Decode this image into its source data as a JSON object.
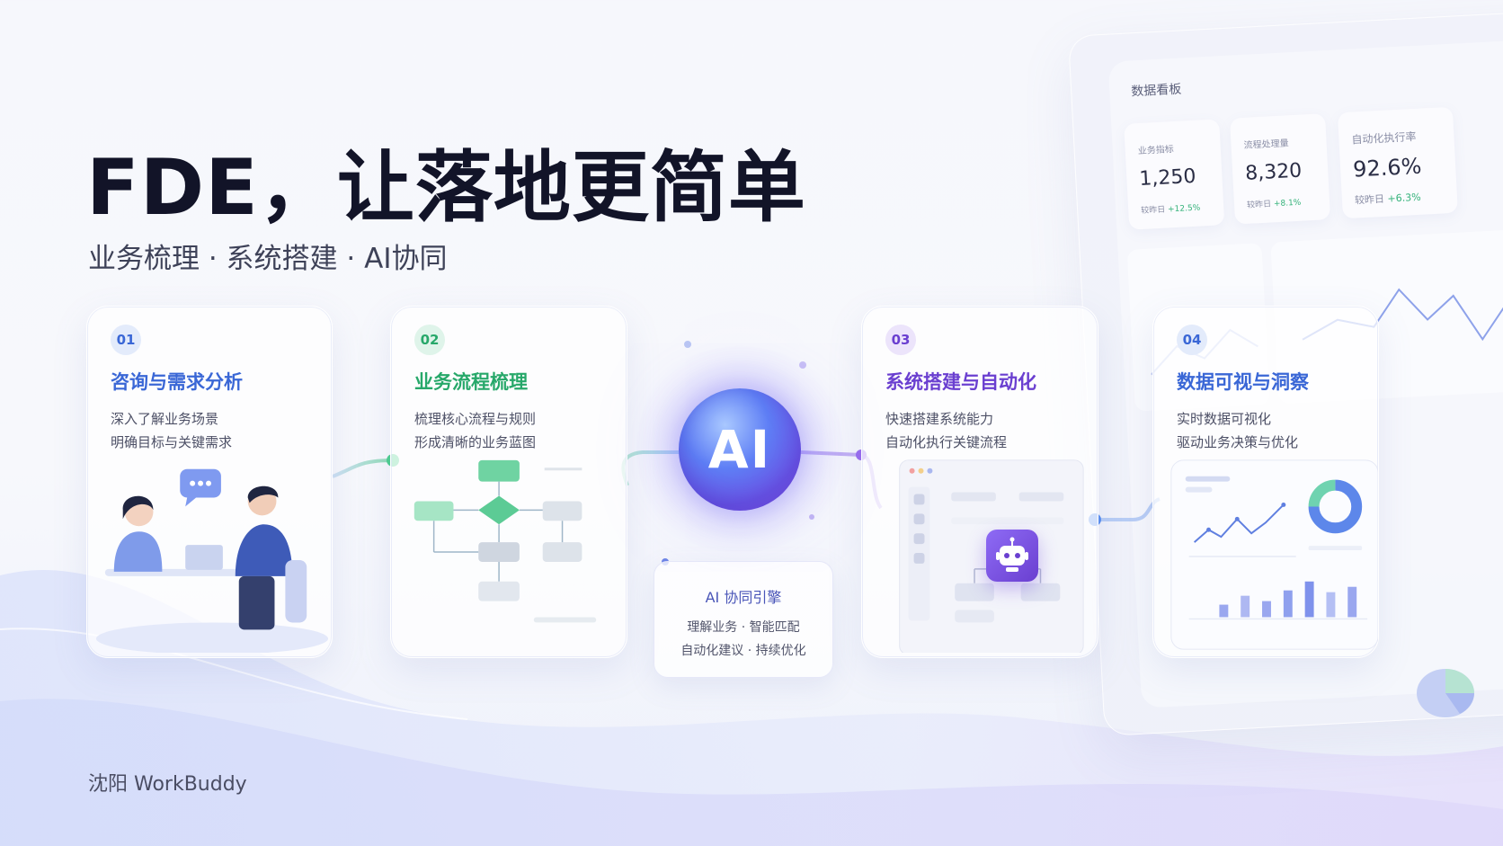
{
  "headline": "FDE，让落地更简单",
  "subtitle": "业务梳理 · 系统搭建 · AI协同",
  "brand": "沈阳 WorkBuddy",
  "colors": {
    "blue": "#3a67d6",
    "green": "#27a86a",
    "purple": "#6a3fd0",
    "ai_orb": "#6a55e6"
  },
  "dashboard": {
    "title": "数据看板",
    "stats": [
      {
        "label": "业务指标",
        "value": "1,250",
        "change_label": "较昨日",
        "change": "+12.5%"
      },
      {
        "label": "流程处理量",
        "value": "8,320",
        "change_label": "较昨日",
        "change": "+8.1%"
      },
      {
        "label": "自动化执行率",
        "value": "92.6%",
        "change_label": "较昨日",
        "change": "+6.3%"
      }
    ]
  },
  "cards": [
    {
      "number": "01",
      "title": "咨询与需求分析",
      "desc1": "深入了解业务场景",
      "desc2": "明确目标与关键需求",
      "icon": "consulting-meeting-illustration"
    },
    {
      "number": "02",
      "title": "业务流程梳理",
      "desc1": "梳理核心流程与规则",
      "desc2": "形成清晰的业务蓝图",
      "icon": "flowchart-illustration"
    },
    {
      "number": "03",
      "title": "系统搭建与自动化",
      "desc1": "快速搭建系统能力",
      "desc2": "自动化执行关键流程",
      "icon": "robot-icon"
    },
    {
      "number": "04",
      "title": "数据可视与洞察",
      "desc1": "实时数据可视化",
      "desc2": "驱动业务决策与优化",
      "icon": "chart-illustration"
    }
  ],
  "ai": {
    "orb_label": "AI",
    "engine_title": "AI 协同引擎",
    "engine_line1": "理解业务 · 智能匹配",
    "engine_line2": "自动化建议 · 持续优化"
  }
}
